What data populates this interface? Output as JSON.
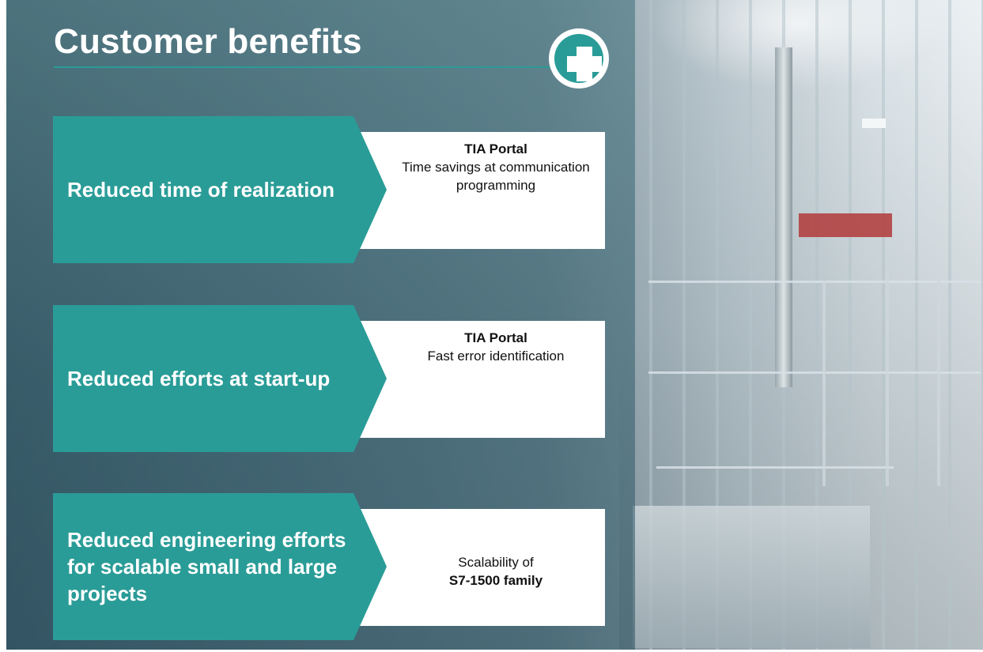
{
  "title": "Customer benefits",
  "badge_icon": "plus-circle-icon",
  "colors": {
    "accent": "#2a9c97",
    "box": "#ffffff",
    "text_dark": "#111111"
  },
  "benefits": [
    {
      "label": "Reduced time of realization",
      "detail_lines": [
        {
          "text": "TIA Portal",
          "bold": true
        },
        {
          "text": "Time savings at communication programming",
          "bold": false
        }
      ]
    },
    {
      "label": "Reduced efforts at start-up",
      "detail_lines": [
        {
          "text": "TIA Portal",
          "bold": true
        },
        {
          "text": "Fast error identification",
          "bold": false
        }
      ]
    },
    {
      "label": "Reduced engineering efforts for scalable small and large projects",
      "detail_lines": [
        {
          "text": "Scalability of",
          "bold": false
        },
        {
          "text": "S7-1500 family",
          "bold": true
        }
      ]
    }
  ]
}
